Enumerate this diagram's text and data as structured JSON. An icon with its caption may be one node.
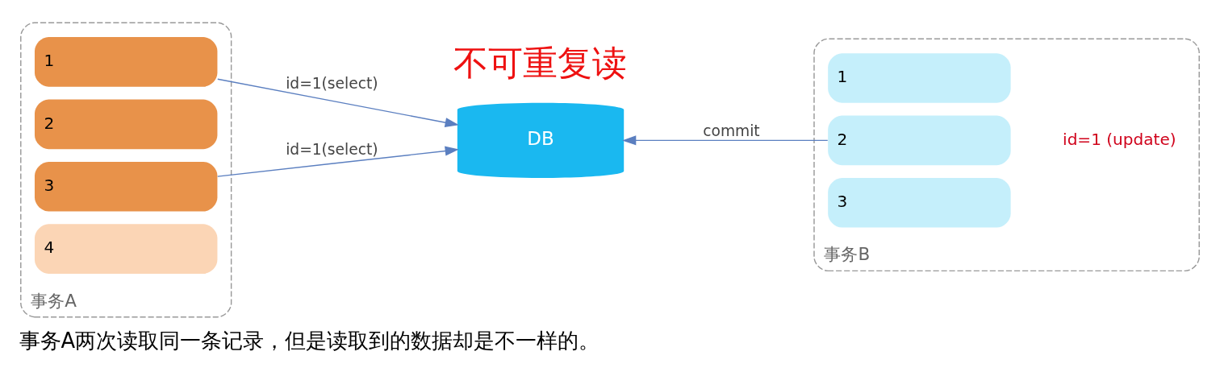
{
  "diagram": {
    "caption": "事务A两次读取同一条记录，但是读取到的数据却是不一样的。",
    "nodes": [
      {
        "text": [
          "事务A"
        ]
      },
      {
        "text": [
          "1"
        ],
        "in": 0
      },
      {
        "text": [
          "2"
        ],
        "in": 0
      },
      {
        "text": [
          "3"
        ],
        "in": 0
      },
      {
        "text": [
          "4"
        ],
        "in": 0
      },
      {
        "text": [
          "DB"
        ]
      },
      {
        "text": [
          "事务B"
        ],
        "beside": [
          "id=1 (update)"
        ]
      },
      {
        "text": [
          "1"
        ],
        "in": 6
      },
      {
        "text": [
          "2"
        ],
        "in": 6
      },
      {
        "text": [
          "3"
        ],
        "in": 6
      }
    ],
    "edges": [
      {
        "from": 1,
        "to": 5,
        "arrow": "to",
        "label": "id=1(select)"
      },
      {
        "from": 3,
        "to": 5,
        "arrow": "to",
        "label": "id=1(select)"
      },
      {
        "from": 8,
        "to": 5,
        "arrow": "to",
        "label": "commit"
      }
    ],
    "labels": [
      "不可重复读"
    ]
  }
}
